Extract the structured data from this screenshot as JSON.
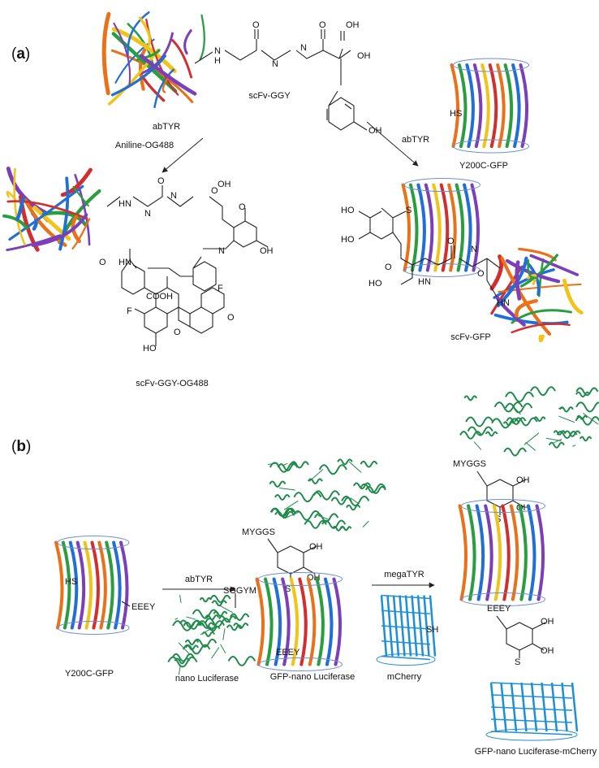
{
  "figure": {
    "panel_a": {
      "label_open": "(",
      "label_letter": "a",
      "label_close": ")",
      "labels": {
        "abtyr_top": "abTYR",
        "scfv_ggy": "scFv-GGY",
        "aniline": "Aniline-OG488",
        "abtyr_arrow": "abTYR",
        "y200c_gfp": "Y200C-GFP",
        "scfv_ggy_og488": "scFv-GGY-OG488",
        "scfv_gfp": "scFv-GFP"
      },
      "atoms": {
        "nh": "N",
        "h": "H",
        "o": "O",
        "oh": "OH",
        "ho": "HO",
        "hn": "HN",
        "hs": "HS",
        "s": "S",
        "f": "F",
        "cooh": "COOH",
        "n_eq": "N"
      }
    },
    "panel_b": {
      "label_open": "(",
      "label_letter": "b",
      "label_close": ")",
      "labels": {
        "y200c_gfp": "Y200C-GFP",
        "abtyr": "abTYR",
        "nano_luciferase": "nano Luciferase",
        "gfp_nano": "GFP-nano Luciferase",
        "megatyr": "megaTYR",
        "mcherry": "mCherry",
        "final": "GFP-nano Luciferase-mCherry"
      },
      "tags": {
        "hs": "HS",
        "eeey": "EEEY",
        "sggym": "SGGYM",
        "myggs": "MYGGS",
        "oh": "OH",
        "s": "S",
        "sh": "SH"
      }
    }
  },
  "colors": {
    "barrel": [
      "#e8711a",
      "#2a9d3f",
      "#1f6fd6",
      "#7b3fb8",
      "#f0c419",
      "#d12f2f"
    ],
    "luciferase": "#1f8a4c",
    "mcherry": "#1d8fd6"
  }
}
